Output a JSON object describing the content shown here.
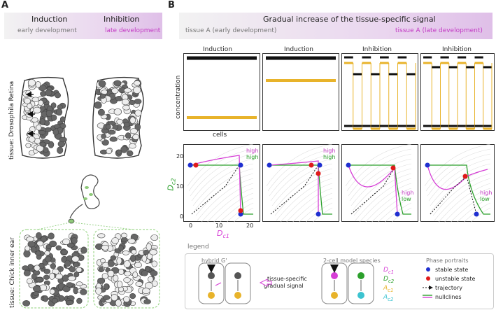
{
  "panelA": {
    "letter": "A",
    "header_left": "Induction",
    "header_right": "Inhibition",
    "sub_left": "early development",
    "sub_right": "late development",
    "tissue1": "tissue: Drosophila Retina",
    "tissue2": "tissue: Chick inner ear"
  },
  "panelB": {
    "letter": "B",
    "header_title": "Gradual increase of the tissue-specific signal",
    "header_left": "tissue A (early development)",
    "header_right": "tissue A (late development)",
    "conc_titles": [
      "Induction",
      "Induction",
      "Inhibition",
      "Inhibition"
    ],
    "conc_ylabel": "concentration",
    "conc_xlabel": "cells",
    "phase_ylabel": "D",
    "phase_ylabel_sub": "c2",
    "phase_xlabel": "D",
    "phase_xlabel_sub": "c1",
    "yticks": [
      "20",
      "10",
      "0"
    ],
    "xticks": [
      "0",
      "10",
      "20"
    ],
    "annotations": [
      {
        "top": "high",
        "bottom": "high"
      },
      {
        "top": "high",
        "bottom": "high"
      },
      {
        "top": "high",
        "bottom": "low"
      },
      {
        "top": "high",
        "bottom": "low"
      }
    ]
  },
  "legend": {
    "title": "legend",
    "hybrid_label": "hybrid G'",
    "signal_label_1": "tissue-specific",
    "signal_label_2": "gradual signal",
    "species_title": "2-cell model species",
    "species": [
      {
        "name": "D",
        "sub": "c1",
        "color": "#d63fd6"
      },
      {
        "name": "D",
        "sub": "c2",
        "color": "#2ca02c"
      },
      {
        "name": "A",
        "sub": "c1",
        "color": "#e8b32a"
      },
      {
        "name": "A",
        "sub": "c2",
        "color": "#3cc3d0"
      }
    ],
    "phase_title": "Phase portraits",
    "items": [
      "stable state",
      "unstable state",
      "trajectory",
      "nullclines"
    ]
  },
  "colors": {
    "magenta": "#d63fd6",
    "green": "#2ca02c",
    "gold": "#e8b32a",
    "cyan": "#3cc3d0",
    "stable": "#1f2fd0",
    "unstable": "#e01a1a"
  }
}
